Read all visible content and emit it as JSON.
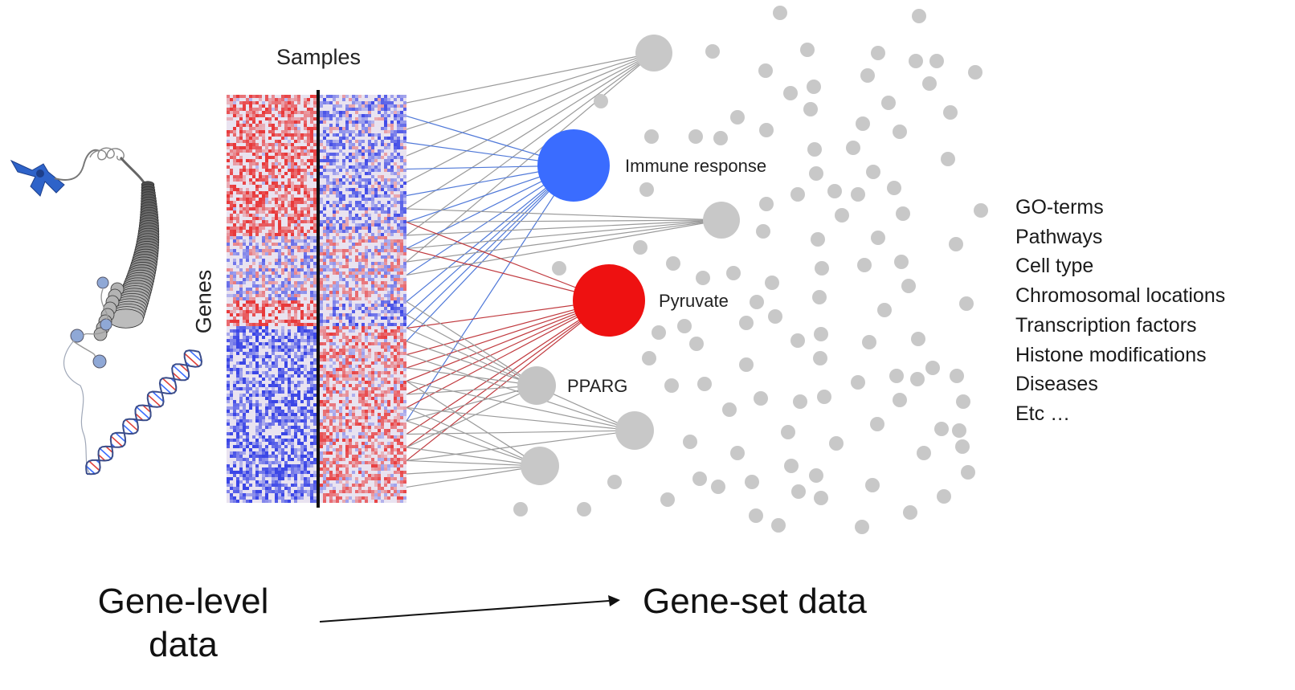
{
  "heatmap": {
    "column_label": "Samples",
    "row_label": "Genes"
  },
  "gene_sets": {
    "immune": {
      "label": "Immune response",
      "color": "#3a6cff"
    },
    "pyruvate": {
      "label": "Pyruvate",
      "color": "#ee1111"
    },
    "pparg": {
      "label": "PPARG",
      "color": "#c4c4c4"
    },
    "background_color": "#c8c8c8"
  },
  "categories": [
    "GO-terms",
    "Pathways",
    "Cell type",
    "Chromosomal locations",
    "Transcription factors",
    "Histone modifications",
    "Diseases",
    "Etc …"
  ],
  "footer": {
    "left": "Gene-level data",
    "right": "Gene-set data"
  },
  "colors": {
    "heat_high": "#e8393a",
    "heat_low": "#3b46e6",
    "heat_mid": "#e9e3f0",
    "edge_gray": "#9a9a9a",
    "edge_blue": "#4f78d8",
    "edge_red": "#c0393e"
  }
}
